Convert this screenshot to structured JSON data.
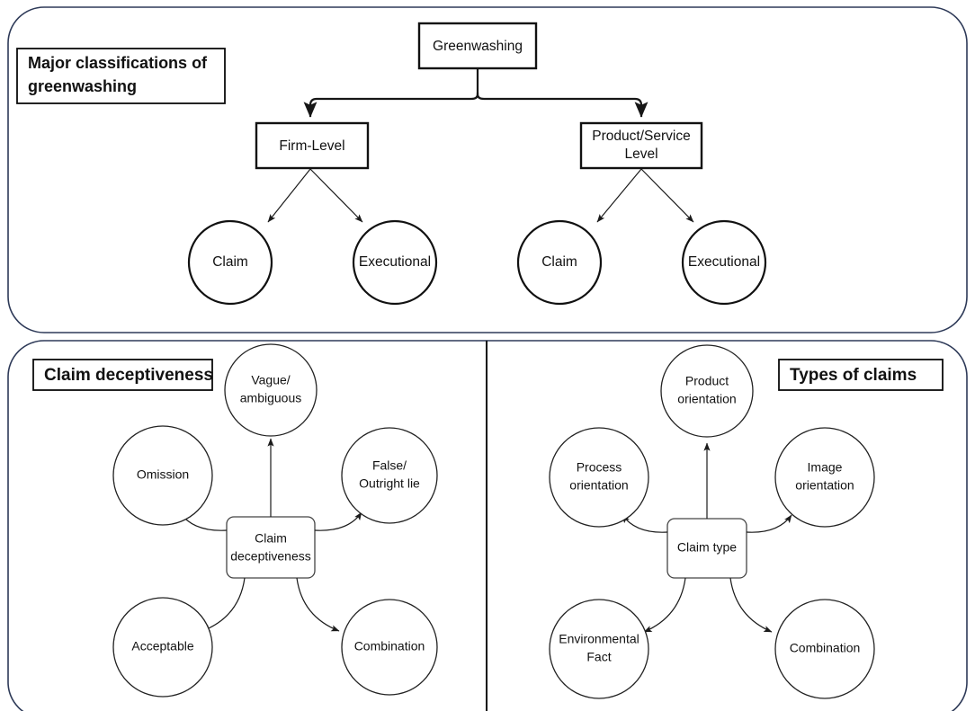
{
  "figure": {
    "panels": [
      {
        "id": "top",
        "title": "Major classifications of greenwashing",
        "title_line1": "Major classifications of",
        "title_line2": "greenwashing",
        "root": "Greenwashing",
        "branches": [
          {
            "label": "Firm-Level",
            "label_line1": "Firm-Level",
            "label_line2": "",
            "children": [
              "Claim",
              "Executional"
            ]
          },
          {
            "label": "Product/Service Level",
            "label_line1": "Product/Service",
            "label_line2": "Level",
            "children": [
              "Claim",
              "Executional"
            ]
          }
        ]
      },
      {
        "id": "bottom-left",
        "title": "Claim deceptiveness",
        "center": "Claim deceptiveness",
        "center_line1": "Claim",
        "center_line2": "deceptiveness",
        "nodes": [
          {
            "label": "Vague/ ambiguous",
            "line1": "Vague/",
            "line2": "ambiguous"
          },
          {
            "label": "Omission",
            "line1": "Omission",
            "line2": ""
          },
          {
            "label": "False/ Outright lie",
            "line1": "False/",
            "line2": "Outright lie"
          },
          {
            "label": "Acceptable",
            "line1": "Acceptable",
            "line2": ""
          },
          {
            "label": "Combination",
            "line1": "Combination",
            "line2": ""
          }
        ]
      },
      {
        "id": "bottom-right",
        "title": "Types of claims",
        "center": "Claim type",
        "center_line1": "Claim type",
        "center_line2": "",
        "nodes": [
          {
            "label": "Product orientation",
            "line1": "Product",
            "line2": "orientation"
          },
          {
            "label": "Process orientation",
            "line1": "Process",
            "line2": "orientation"
          },
          {
            "label": "Image orientation",
            "line1": "Image",
            "line2": "orientation"
          },
          {
            "label": "Environmental Fact",
            "line1": "Environmental",
            "line2": "Fact"
          },
          {
            "label": "Combination",
            "line1": "Combination",
            "line2": ""
          }
        ]
      }
    ],
    "colors": {
      "panel_border": "#2e3a58",
      "node_stroke": "#111111",
      "background": "#ffffff",
      "divider": "#0b0b0b"
    }
  }
}
